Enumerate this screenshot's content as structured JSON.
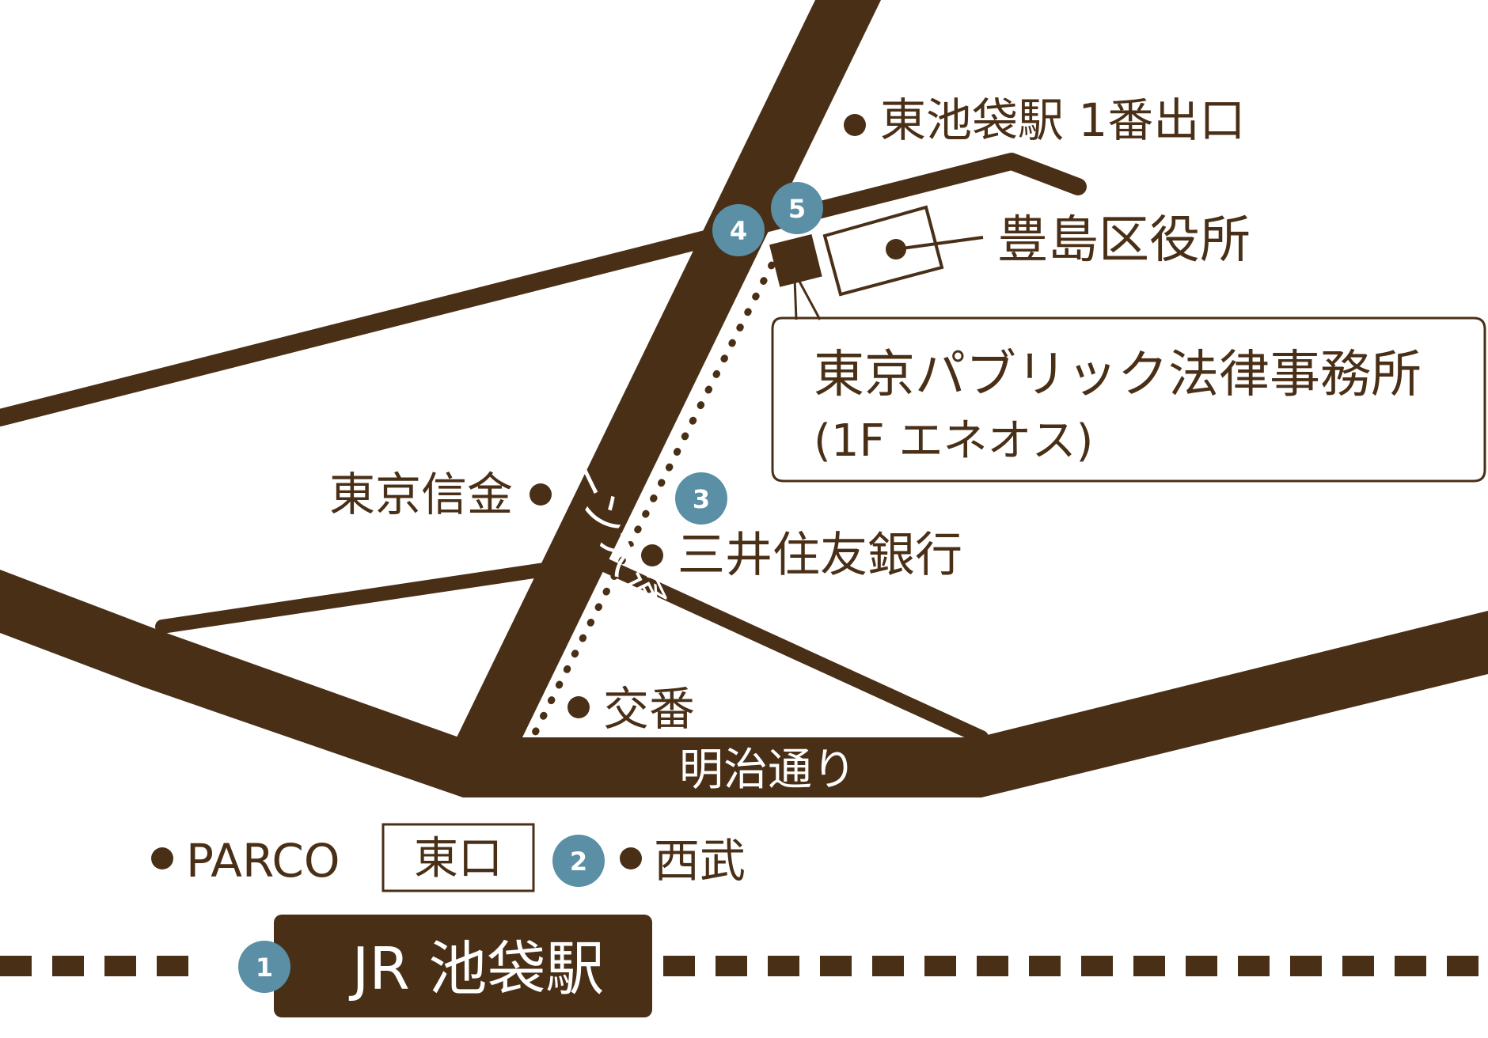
{
  "colors": {
    "road": "#4a2f17",
    "marker": "#5a8fa6",
    "background": "#ffffff",
    "callout_border": "#4a2f17"
  },
  "roads": {
    "green_street": "グリーン大通り",
    "meiji_street": "明治通り"
  },
  "landmarks": {
    "higashi_ikebukuro_exit": "東池袋駅 1番出口",
    "toshima_ward_office": "豊島区役所",
    "tokyo_shinkin": "東京信金",
    "mitsui_sumitomo": "三井住友銀行",
    "koban": "交番",
    "parco": "PARCO",
    "seibu": "西武"
  },
  "office": {
    "name": "東京パブリック法律事務所",
    "sub": "(1F エネオス)"
  },
  "east_exit": "東口",
  "station": "JR 池袋駅",
  "route_markers": [
    "1",
    "2",
    "3",
    "4",
    "5"
  ]
}
